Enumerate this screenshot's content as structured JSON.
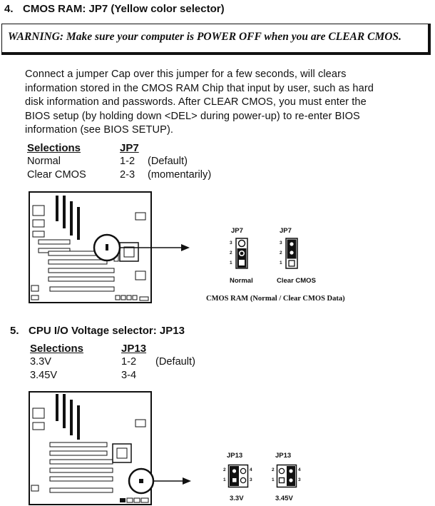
{
  "section4": {
    "number": "4.",
    "title": "CMOS RAM: JP7 (Yellow color selector)",
    "warning": "WARNING:  Make sure your computer is POWER OFF when you are CLEAR CMOS.",
    "paragraph_lines": [
      "Connect a jumper Cap over this jumper for a few seconds, will clears",
      "information stored in the CMOS RAM Chip that input by user, such as hard",
      "disk information and passwords.  After CLEAR CMOS, you must enter the",
      "BIOS setup (by holding down <DEL> during power-up) to re-enter BIOS",
      "information (see BIOS SETUP)."
    ],
    "selections_header": "Selections",
    "jumper_header": "JP7",
    "rows": [
      {
        "label": "Normal",
        "pins": "1-2",
        "note": "(Default)"
      },
      {
        "label": "Clear CMOS",
        "pins": "2-3",
        "note": "(momentarily)"
      }
    ],
    "diagram": {
      "jumper_a_label": "JP7",
      "jumper_b_label": "JP7",
      "state_a": "Normal",
      "state_b": "Clear CMOS",
      "caption": "CMOS RAM (Normal / Clear CMOS Data)",
      "pins": [
        "3",
        "2",
        "1"
      ]
    }
  },
  "section5": {
    "number": "5.",
    "title": "CPU I/O Voltage selector: JP13",
    "selections_header": "Selections",
    "jumper_header": "JP13",
    "rows": [
      {
        "label": "3.3V",
        "pins": "1-2",
        "note": "(Default)"
      },
      {
        "label": "3.45V",
        "pins": "3-4",
        "note": ""
      }
    ],
    "diagram": {
      "jumper_a_label": "JP13",
      "jumper_b_label": "JP13",
      "state_a": "3.3V",
      "state_b": "3.45V",
      "pin_left": [
        "2",
        "1"
      ],
      "pin_right": [
        "4",
        "3"
      ]
    }
  }
}
